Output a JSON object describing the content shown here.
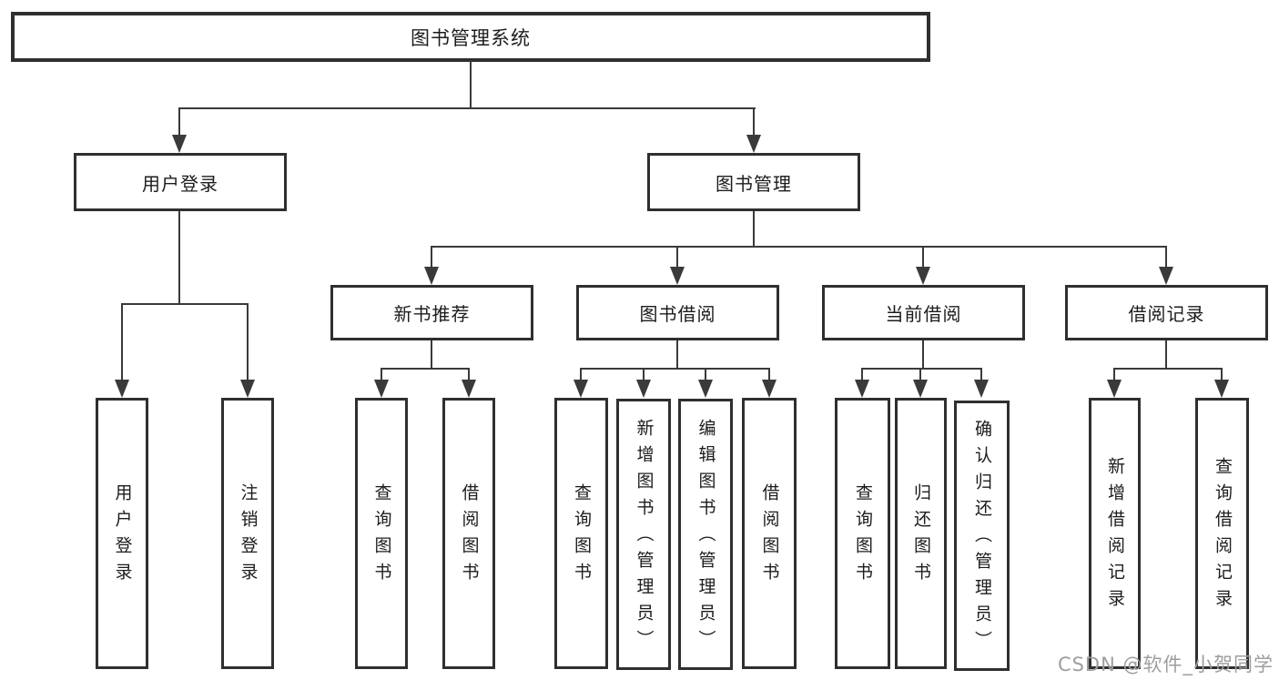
{
  "diagram": {
    "title": "图书管理系统",
    "branches": {
      "user": {
        "label": "用户登录",
        "children": [
          {
            "label": "用户登录"
          },
          {
            "label": "注销登录"
          }
        ]
      },
      "book": {
        "label": "图书管理",
        "groups": [
          {
            "label": "新书推荐",
            "children": [
              {
                "label": "查询图书"
              },
              {
                "label": "借阅图书"
              }
            ]
          },
          {
            "label": "图书借阅",
            "children": [
              {
                "label": "查询图书"
              },
              {
                "label": "新增图书（管理员）"
              },
              {
                "label": "编辑图书（管理员）"
              },
              {
                "label": "借阅图书"
              }
            ]
          },
          {
            "label": "当前借阅",
            "children": [
              {
                "label": "查询图书"
              },
              {
                "label": "归还图书"
              },
              {
                "label": "确认归还（管理员）"
              }
            ]
          },
          {
            "label": "借阅记录",
            "children": [
              {
                "label": "新增借阅记录"
              },
              {
                "label": "查询借阅记录"
              }
            ]
          }
        ]
      }
    }
  },
  "watermark": {
    "text": "CSDN @软件_小贺同学"
  },
  "colors": {
    "line": "#3a3a3a",
    "border": "#2f2f2f",
    "text": "#1c1c1c",
    "watermark": "#9e9e9e",
    "background": "#ffffff"
  }
}
